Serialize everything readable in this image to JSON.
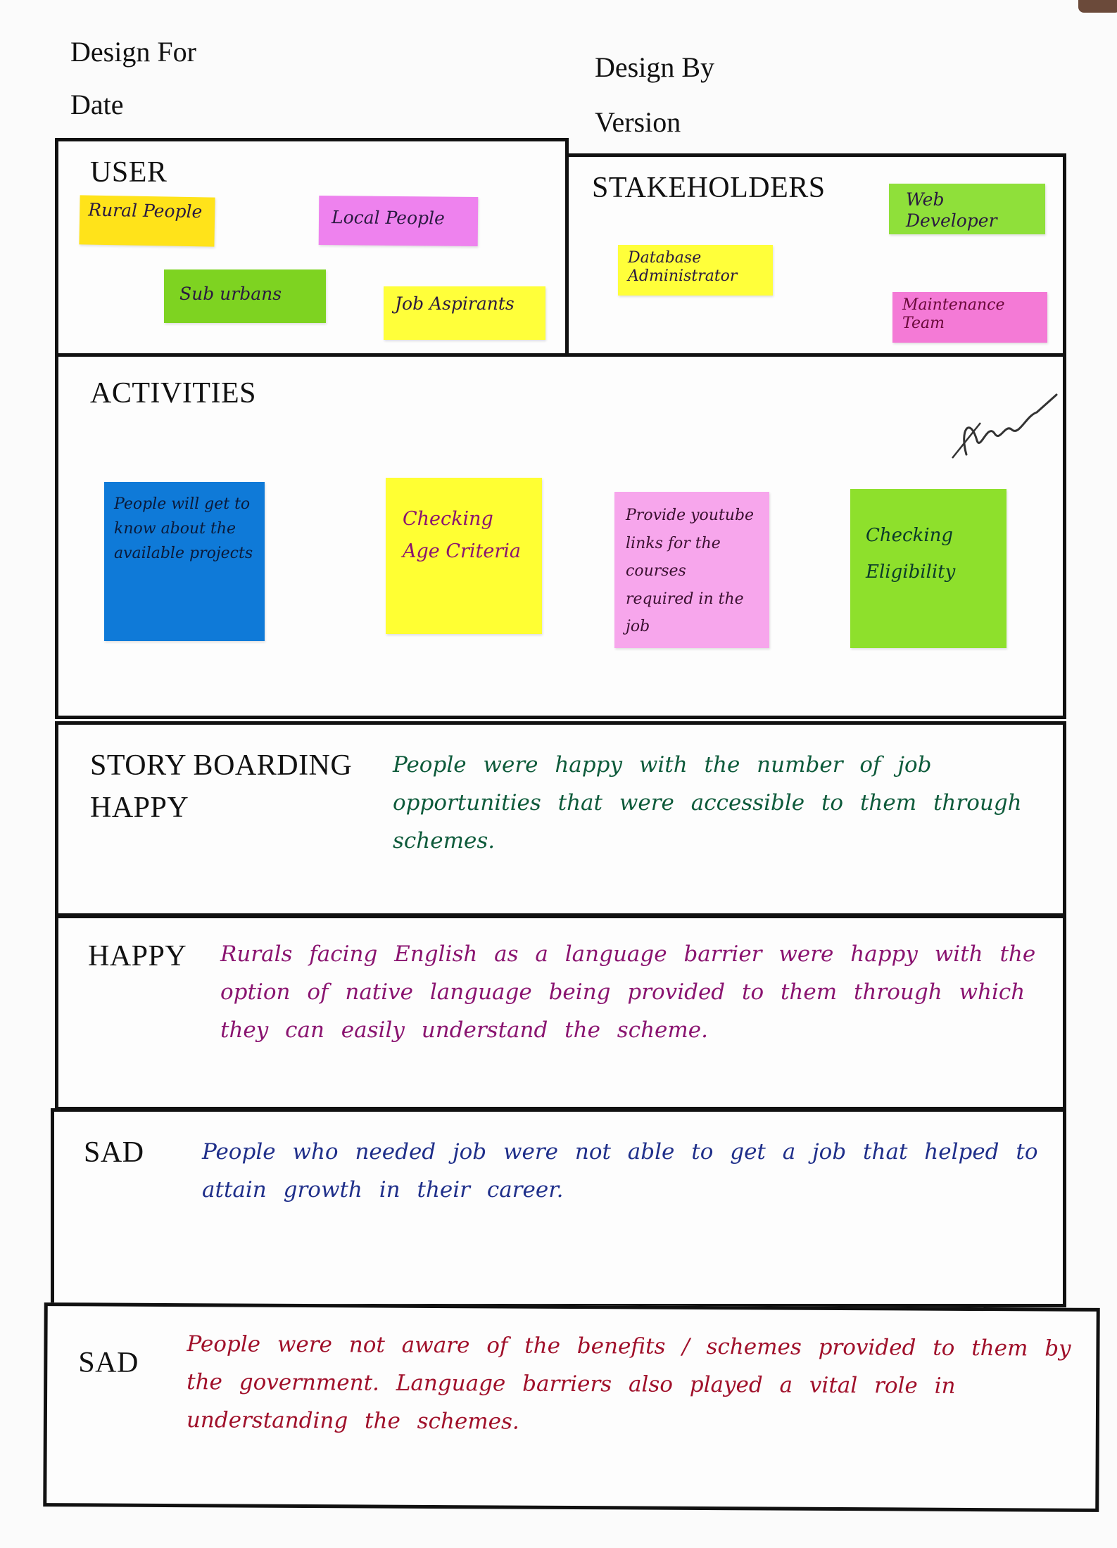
{
  "header": {
    "design_for": "Design For",
    "date": "Date",
    "design_by": "Design By",
    "version": "Version"
  },
  "user": {
    "title": "USER",
    "notes": [
      {
        "text": "Rural People",
        "color": "#ffe31a"
      },
      {
        "text": "Local People",
        "color": "#ee82ee"
      },
      {
        "text": "Sub urbans",
        "color": "#7ed321"
      },
      {
        "text": "Job Aspirants",
        "color": "#ffff3a"
      }
    ]
  },
  "stakeholders": {
    "title": "STAKEHOLDERS",
    "notes": [
      {
        "text": "Web Developer",
        "color": "#8fe03a"
      },
      {
        "text": "Database Administrator",
        "color": "#ffff3a"
      },
      {
        "text": "Maintenance Team",
        "color": "#f47ad6"
      }
    ]
  },
  "activities": {
    "title": "ACTIVITIES",
    "notes": [
      {
        "text": "People will get to know about the available projects",
        "color": "#0f7ad8"
      },
      {
        "text": "Checking Age Criteria",
        "color": "#ffff33"
      },
      {
        "text": "Provide youtube links for the courses required in the job",
        "color": "#f7a6ec"
      },
      {
        "text": "Checking Eligibility",
        "color": "#8ee02c"
      }
    ]
  },
  "storyboarding": {
    "title_line1": "STORY BOARDING",
    "title_line2": "HAPPY",
    "text": "People were happy with the number of job opportunities that were accessible to them through schemes.",
    "ink": "#0d5a3a"
  },
  "happy": {
    "title": "HAPPY",
    "text": "Rurals facing English as a language barrier were happy with the option of native language being provided to them through which they can easily understand the scheme.",
    "ink": "#8a1470"
  },
  "sad1": {
    "title": "SAD",
    "text": "People who needed job were not able to get a job that helped to attain growth in their career.",
    "ink": "#1f2f8a"
  },
  "sad2": {
    "title": "SAD",
    "text": "People were not aware of the benefits / schemes provided to them by the government. Language barriers also played a vital role in understanding the schemes.",
    "ink": "#a0102a"
  }
}
